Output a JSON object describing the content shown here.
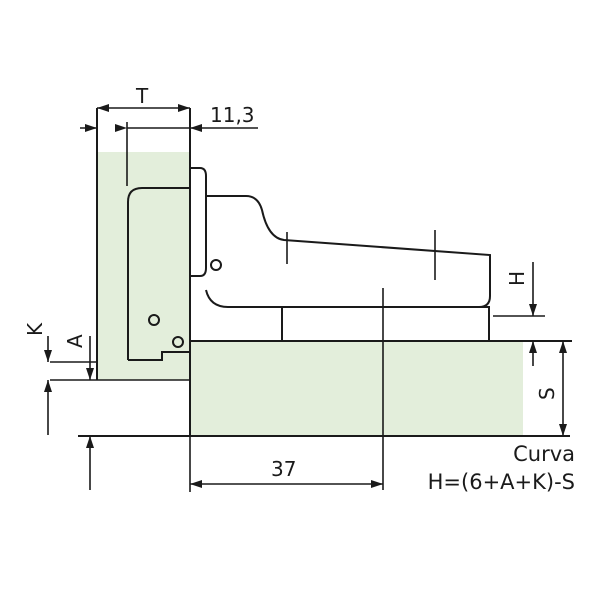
{
  "colors": {
    "panel_fill": "#e3eedb",
    "line": "#1a1a1a",
    "background": "#ffffff"
  },
  "dimensions": {
    "T": "T",
    "gap": "11,3",
    "depth": "37",
    "K": "K",
    "A": "A",
    "H": "H",
    "S": "S"
  },
  "note": {
    "line1": "Curva",
    "line2": "H=(6+A+K)-S"
  }
}
